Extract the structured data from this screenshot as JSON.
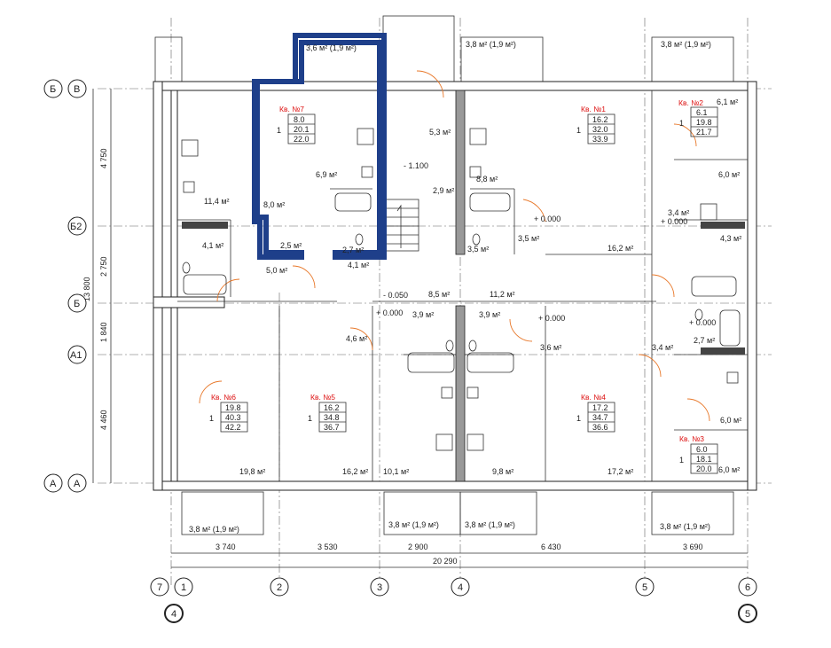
{
  "grid_rows": [
    "Б",
    "В",
    "Б2",
    "Б",
    "А1",
    "А",
    "А"
  ],
  "grid_cols": [
    "7",
    "1",
    "2",
    "3",
    "4",
    "5",
    "6"
  ],
  "grid_cols_alt": [
    "4",
    "5"
  ],
  "dims_bottom": [
    "3 740",
    "3 530",
    "2 900",
    "6 430",
    "3 690"
  ],
  "dim_total": "20 290",
  "dims_left": [
    "4 750",
    "2 750",
    "1 840",
    "4 460"
  ],
  "dim_left_total": "13 800",
  "balcony_labels": [
    "3,6 м² (1,9 м²)",
    "3,8 м² (1,9 м²)",
    "3,8 м² (1,9 м²)",
    "3,8 м² (1,9 м²)",
    "3,8 м² (1,9 м²)",
    "3,8 м² (1,9 м²)",
    "3,8 м² (1,9 м²)"
  ],
  "levels": [
    "- 1.100",
    "+ 0.000",
    "+ 0.000",
    "- 0.050",
    "+ 0.000",
    "+ 0.000",
    "+ 0.000"
  ],
  "room_areas": [
    "11,4 м²",
    "4,1 м²",
    "8,0 м²",
    "6,9 м²",
    "2,5 м²",
    "2,7 м²",
    "5,0 м²",
    "4,1 м²",
    "5,3 м²",
    "2,9 м²",
    "8,8 м²",
    "3,5 м²",
    "3,5 м²",
    "16,2 м²",
    "6,1 м²",
    "6,0 м²",
    "3,4 м²",
    "4,3 м²",
    "8,5 м²",
    "11,2 м²",
    "3,9 м²",
    "3,9 м²",
    "4,6 м²",
    "3,6 м²",
    "3,4 м²",
    "2,7 м²",
    "6,0 м²",
    "6,0 м²",
    "19,8 м²",
    "16,2 м²",
    "10,1 м²",
    "9,8 м²",
    "17,2 м²"
  ],
  "apartments": [
    {
      "name": "Кв. №7",
      "rooms": "1",
      "values": [
        "8.0",
        "20.1",
        "22.0"
      ]
    },
    {
      "name": "Кв. №1",
      "rooms": "1",
      "values": [
        "16.2",
        "32.0",
        "33.9"
      ]
    },
    {
      "name": "Кв. №2",
      "rooms": "1",
      "values": [
        "6.1",
        "19.8",
        "21.7"
      ]
    },
    {
      "name": "Кв. №6",
      "rooms": "1",
      "values": [
        "19.8",
        "40.3",
        "42.2"
      ]
    },
    {
      "name": "Кв. №5",
      "rooms": "1",
      "values": [
        "16.2",
        "34.8",
        "36.7"
      ]
    },
    {
      "name": "Кв. №4",
      "rooms": "1",
      "values": [
        "17.2",
        "34.7",
        "36.6"
      ]
    },
    {
      "name": "Кв. №3",
      "rooms": "1",
      "values": [
        "6.0",
        "18.1",
        "20.0"
      ]
    }
  ],
  "highlight_color": "#1e3f8a",
  "door_color": "#e8782a",
  "label_color": "#d11111"
}
